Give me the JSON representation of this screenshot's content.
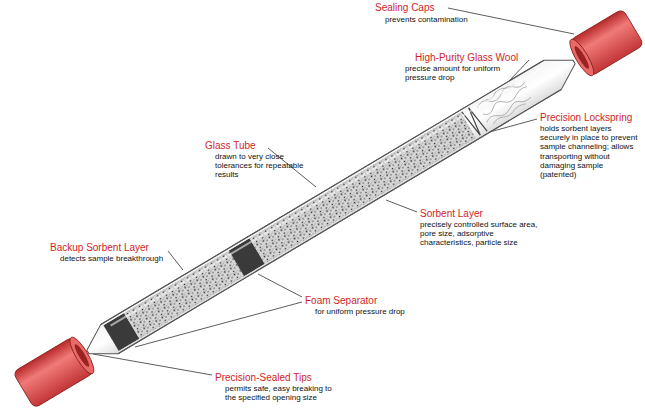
{
  "diagram": {
    "labels": [
      "Sealing Caps",
      "prevents contamination",
      "High-Purity Glass Wool",
      "precise amount for uniform pressure drop",
      "Precision Lockspring",
      "holds sorbent layers securely in place to prevent sample channeling; allows transporting without damaging sample (patented)",
      "Glass Tube",
      "drawn to very close tolerances for repeatable results",
      "Sorbent Layer",
      "precisely controlled surface area, pore size, adsorptive characteristics, particle size",
      "Backup Sorbent Layer",
      "detects sample breakthrough",
      "Foam Separator",
      "for uniform pressure drop",
      "Precision-Sealed Tips",
      "permits safe, easy breaking to the specified opening size"
    ]
  }
}
